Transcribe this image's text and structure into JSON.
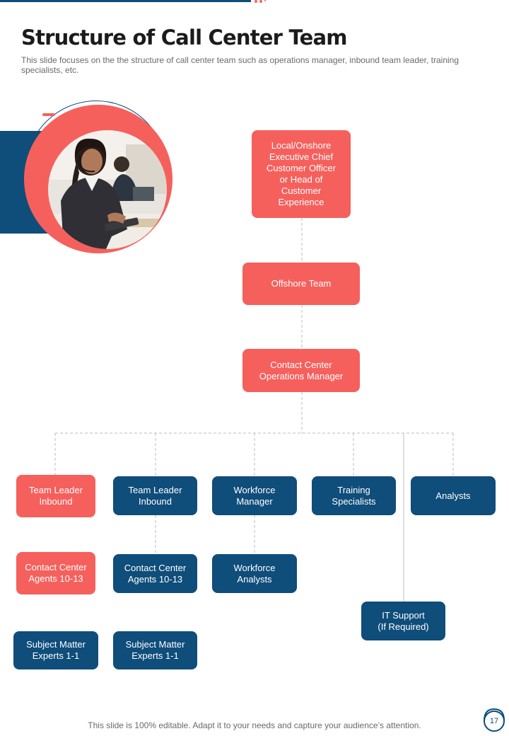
{
  "header": {
    "title": "Structure of Call Center Team",
    "subtitle": "This slide focuses on the the structure of call center team such as operations manager, inbound team leader, training specialists, etc."
  },
  "colors": {
    "accent": "#f5605d",
    "navy": "#0f4d7a",
    "text": "#1b1b1b",
    "muted": "#6a6a6a"
  },
  "org_chart": {
    "executive": "Local/Onshore\nExecutive Chief\nCustomer Officer\nor Head of\nCustomer\nExperience",
    "offshore": "Offshore Team",
    "operations_manager": "Contact Center\nOperations Manager",
    "col1": {
      "leader": "Team Leader\nInbound",
      "agents": "Contact Center\nAgents 10-13",
      "experts": "Subject Matter\nExperts 1-1"
    },
    "col2": {
      "leader": "Team Leader\nInbound",
      "agents": "Contact Center\nAgents 10-13",
      "experts": "Subject Matter\nExperts 1-1"
    },
    "col3": {
      "manager": "Workforce\nManager",
      "analysts": "Workforce\nAnalysts"
    },
    "col4": {
      "training": "Training\nSpecialists"
    },
    "col5": {
      "analysts": "Analysts"
    },
    "it_support": "IT Support\n(If Required)"
  },
  "footer": {
    "note": "This slide is 100% editable. Adapt it to your needs and capture your audience’s attention.",
    "page_number": "17"
  }
}
